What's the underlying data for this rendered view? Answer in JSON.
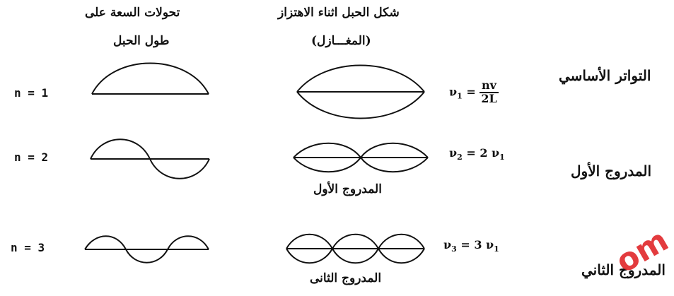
{
  "headers": {
    "amplitude_line1": "تحولات السعة على",
    "amplitude_line2": "طول الحبل",
    "shape_line1": "شكل الحبل اثناء الاهتزاز",
    "shape_line2": "(المغـــازل)"
  },
  "rows": [
    {
      "n_label": "n = 1",
      "freq_symbol": "ν",
      "freq_sub": "1",
      "freq_eq": "=",
      "frac_num": "nv",
      "frac_den": "2L",
      "mode_name": "التواتر الأساسي"
    },
    {
      "n_label": "n = 2",
      "freq_symbol": "ν",
      "freq_sub": "2",
      "freq_eq": "= 2",
      "freq_rhs_symbol": "ν",
      "freq_rhs_sub": "1",
      "caption": "المدروج الأول",
      "mode_name": "المدروج الأول"
    },
    {
      "n_label": "n = 3",
      "freq_symbol": "ν",
      "freq_sub": "3",
      "freq_eq": "= 3",
      "freq_rhs_symbol": "ν",
      "freq_rhs_sub": "1",
      "caption": "المدروج الثانى",
      "mode_name": "المدروج الثاني"
    }
  ],
  "watermark": "om"
}
